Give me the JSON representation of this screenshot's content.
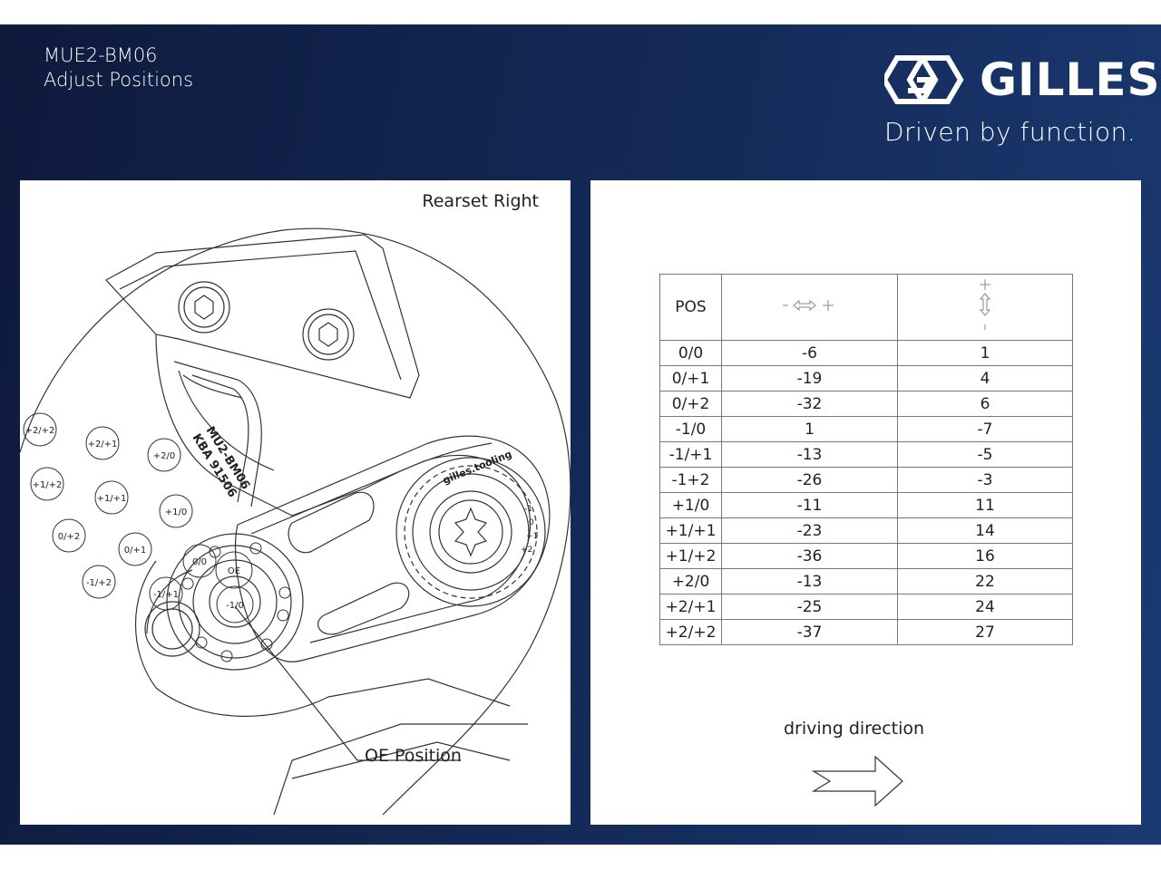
{
  "header": {
    "model": "MUE2-BM06",
    "subtitle": "Adjust Positions",
    "brand": "GILLES",
    "tagline": "Driven by function."
  },
  "left_panel": {
    "title": "Rearset Right",
    "callout": "OE Position",
    "part_marking": [
      "MU2-BM06",
      "KBA 91506"
    ],
    "dial_text": "gilles.tooling",
    "dial_marks": [
      "-1",
      "0",
      "+1",
      "+2"
    ],
    "position_labels": [
      "+2/+2",
      "+2/+1",
      "+2/0",
      "+1/+2",
      "+1/+1",
      "+1/0",
      "0/+2",
      "0/+1",
      "-1/+2",
      "0/0",
      "OE",
      "-1/+1",
      "-1/0"
    ]
  },
  "right_panel": {
    "table": {
      "headers": {
        "pos": "POS",
        "horizontal_icon": "horizontal-adjust-icon",
        "vertical_icon": "vertical-adjust-icon"
      },
      "rows": [
        [
          "0/0",
          "-6",
          "1"
        ],
        [
          "0/+1",
          "-19",
          "4"
        ],
        [
          "0/+2",
          "-32",
          "6"
        ],
        [
          "-1/0",
          "1",
          "-7"
        ],
        [
          "-1/+1",
          "-13",
          "-5"
        ],
        [
          "-1+2",
          "-26",
          "-3"
        ],
        [
          "+1/0",
          "-11",
          "11"
        ],
        [
          "+1/+1",
          "-23",
          "14"
        ],
        [
          "+1/+2",
          "-36",
          "16"
        ],
        [
          "+2/0",
          "-13",
          "22"
        ],
        [
          "+2/+1",
          "-25",
          "24"
        ],
        [
          "+2/+2",
          "-37",
          "27"
        ]
      ]
    },
    "driving_direction": "driving direction",
    "arrow_icon": "right-arrow-icon"
  },
  "colors": {
    "background_dark": "#0e1a3c",
    "background_light": "#1a3a72",
    "panel": "#ffffff",
    "line": "#333333"
  }
}
